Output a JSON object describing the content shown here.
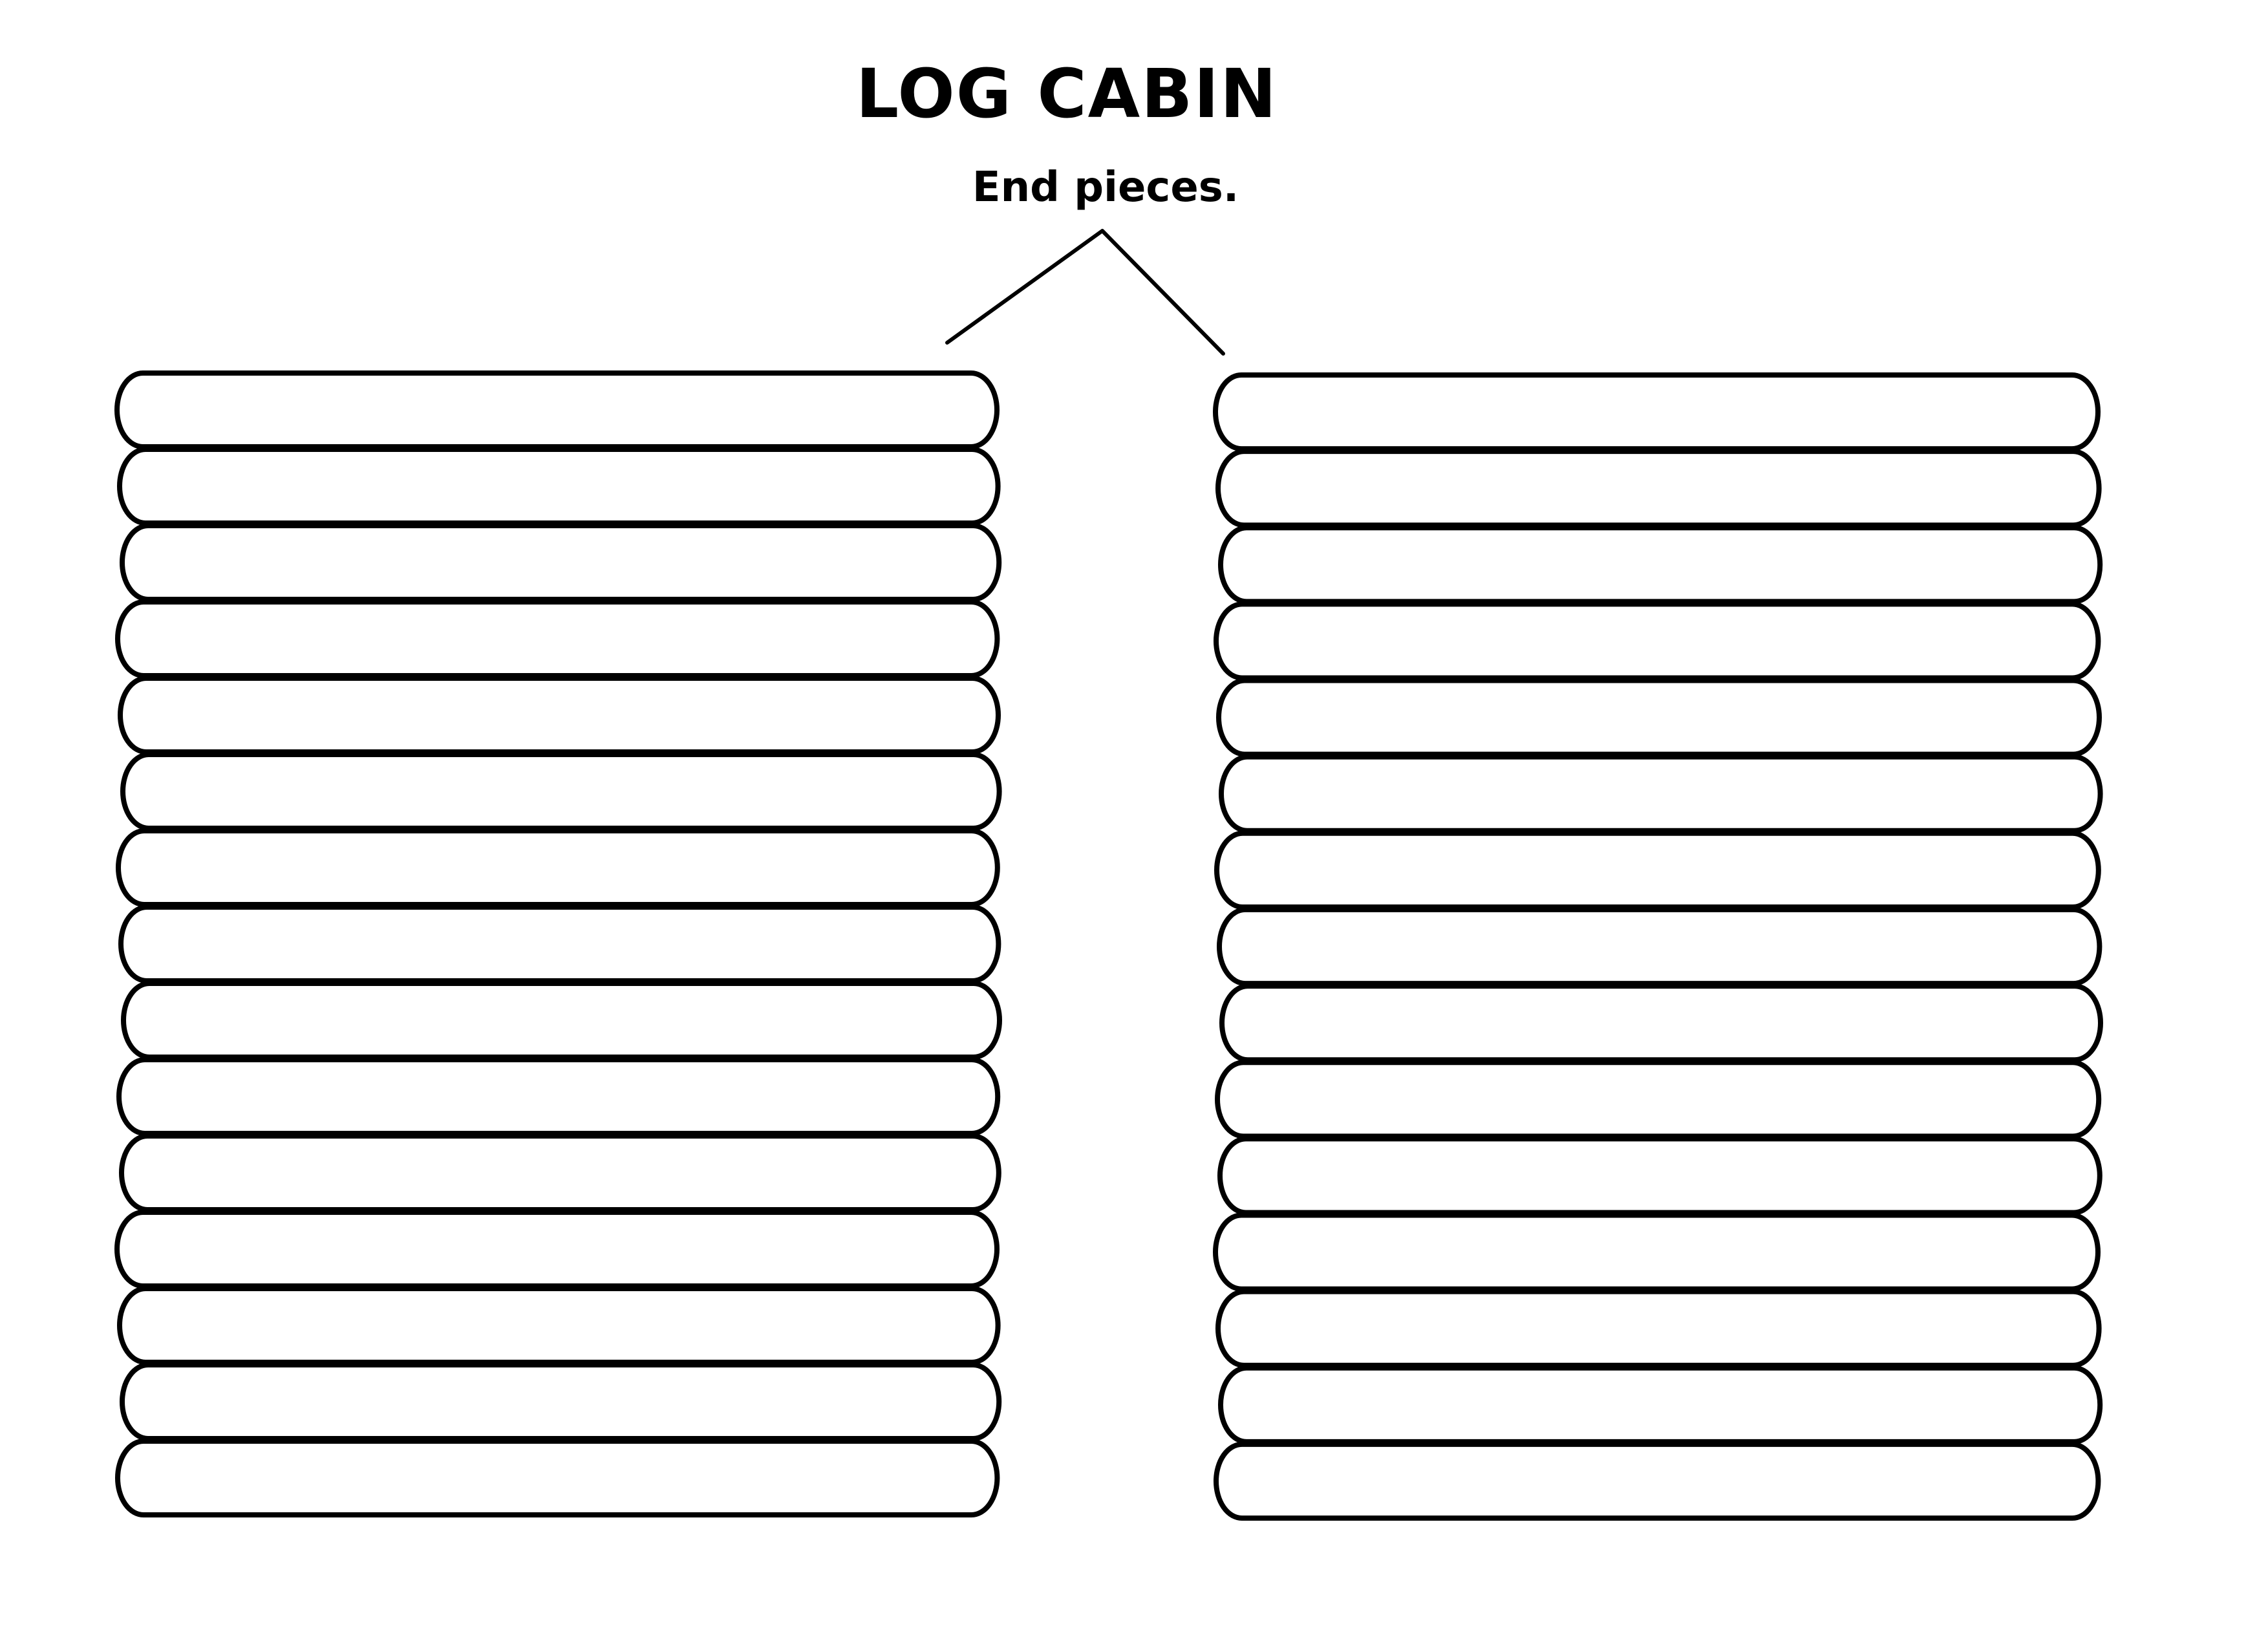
{
  "title": "LOG CABIN",
  "label": "End pieces.",
  "stacks": [
    {
      "name": "left-end-piece",
      "log_count": 15
    },
    {
      "name": "right-end-piece",
      "log_count": 15
    }
  ],
  "colors": {
    "stroke": "#000000",
    "fill": "#ffffff"
  }
}
